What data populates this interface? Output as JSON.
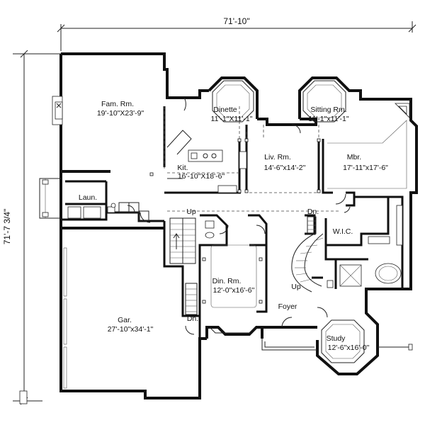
{
  "dimensions": {
    "width": "71'-10\"",
    "depth": "71'-7 3/4\""
  },
  "rooms": {
    "fam": {
      "name": "Fam. Rm.",
      "size": "19'-10\"X23'-9\""
    },
    "dinette": {
      "name": "Dinette",
      "size": "11'-1\"X11'-1\""
    },
    "sitting": {
      "name": "Sitting Rm.",
      "size": "11'-1\"x11'-1\""
    },
    "kit": {
      "name": "Kit.",
      "size": "16'-10\"X18'-6\""
    },
    "liv": {
      "name": "Liv. Rm.",
      "size": "14'-6\"x14'-2\""
    },
    "mbr": {
      "name": "Mbr.",
      "size": "17'-11\"x17'-6\""
    },
    "laun": {
      "name": "Laun."
    },
    "wic": {
      "name": "W.I.C."
    },
    "din": {
      "name": "Din. Rm.",
      "size": "12'-0\"x16'-6\""
    },
    "gar": {
      "name": "Gar.",
      "size": "27'-10\"x34'-1\""
    },
    "foyer": {
      "name": "Foyer"
    },
    "study": {
      "name": "Study",
      "size": "12'-6\"x16'-0\""
    }
  },
  "stair_labels": {
    "up_top": "Up",
    "dn_right": "Dn.",
    "up_curve": "Up",
    "dn_left": "Dn."
  }
}
